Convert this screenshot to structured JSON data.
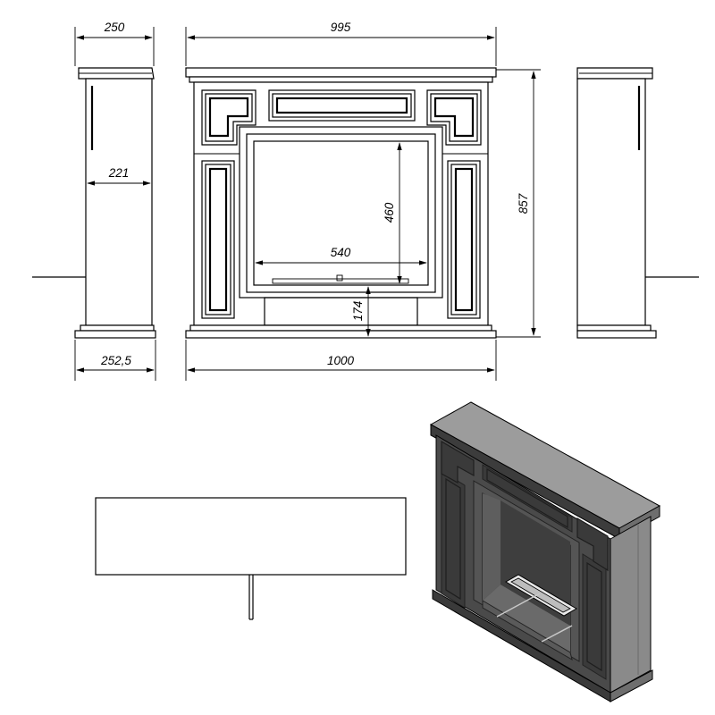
{
  "dimensions": {
    "side_top_depth": "250",
    "side_mid_depth": "221",
    "side_base_depth": "252,5",
    "front_top_width": "995",
    "front_base_width": "1000",
    "total_height": "857",
    "opening_height": "460",
    "opening_width": "540",
    "plinth_height": "174"
  },
  "colors": {
    "line": "#000000",
    "render_fill": "#4a4a4a",
    "render_top": "#9a9a9a",
    "render_side": "#8a8a8a",
    "render_dark": "#2e2e2e"
  }
}
